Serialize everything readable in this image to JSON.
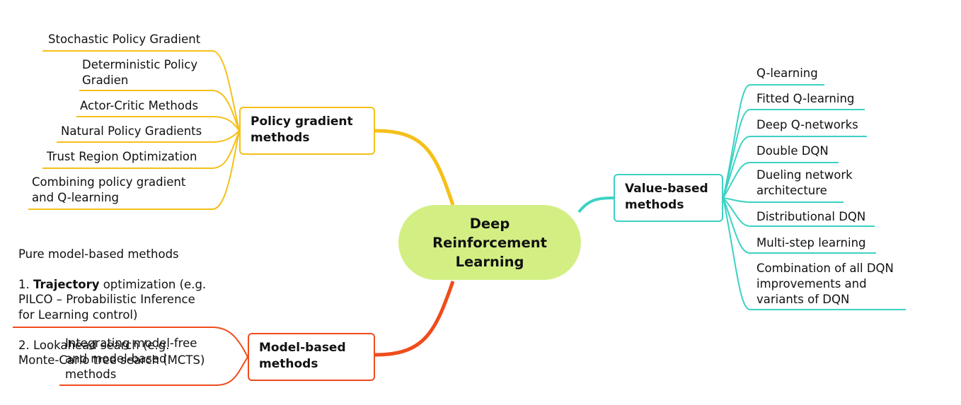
{
  "center": {
    "label": "Deep\nReinforcement\nLearning",
    "color": "#d3ef84"
  },
  "branches": {
    "policy_gradient": {
      "label": "Policy gradient\nmethods",
      "color": "#f5c018",
      "items": [
        "Stochastic Policy Gradient",
        "Deterministic Policy\nGradien",
        "Actor-Critic Methods",
        "Natural Policy Gradients",
        "Trust Region Optimization",
        "Combining policy gradient\nand Q-learning"
      ]
    },
    "model_based": {
      "label": "Model-based\nmethods",
      "color": "#f04c1c",
      "pure_title": "Pure model-based methods",
      "pure_line1_prefix": "1. ",
      "pure_line1_bold": "Trajectory",
      "pure_line1_rest": "   optimization (e.g.\nPILCO – Probabilistic Inference\nfor Learning control)",
      "pure_line2": "2. Lookahead search (e.g.\nMonte-Carlo tree search (MCTS)",
      "integrating": "Integrating model-free\nand model-based\nmethods"
    },
    "value_based": {
      "label": "Value-based\nmethods",
      "color": "#3cd2c4",
      "items": [
        "Q-learning",
        "Fitted Q-learning",
        "Deep Q-networks",
        "Double DQN",
        "Dueling network\narchitecture",
        "Distributional DQN",
        "Multi-step learning",
        "Combination of all DQN\nimprovements and\nvariants of DQN"
      ]
    }
  }
}
